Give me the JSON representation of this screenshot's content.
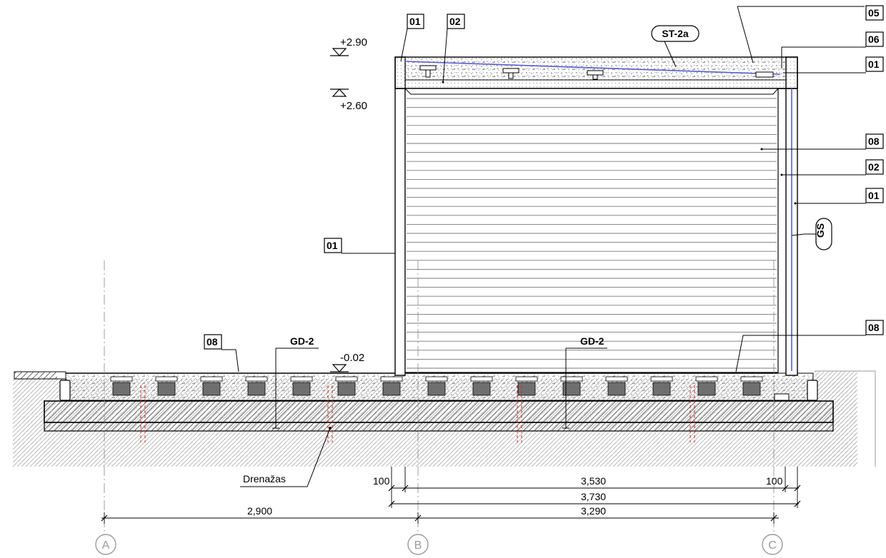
{
  "drawing": {
    "tags": {
      "top_01": "01",
      "top_02": "02",
      "right_05": "05",
      "right_06": "06",
      "right_01_top": "01",
      "right_08": "08",
      "right_02": "02",
      "right_01": "01",
      "left_01": "01",
      "ground_08_left": "08",
      "ground_08_right": "08"
    },
    "callouts": {
      "st2a": "ST-2a",
      "gs": "GS",
      "gd2_left": "GD-2",
      "gd2_right": "GD-2",
      "drainage": "Drenažas"
    },
    "levels": {
      "top": "+2.90",
      "ceiling": "+2.60",
      "ground": "-0.02"
    },
    "dimensions": {
      "left_100": "100",
      "inner_3530": "3,530",
      "right_100": "100",
      "overall_3730": "3,730",
      "axis_ab": "2,900",
      "axis_bc": "3,290"
    },
    "axes": {
      "a": "A",
      "b": "B",
      "c": "C"
    }
  }
}
